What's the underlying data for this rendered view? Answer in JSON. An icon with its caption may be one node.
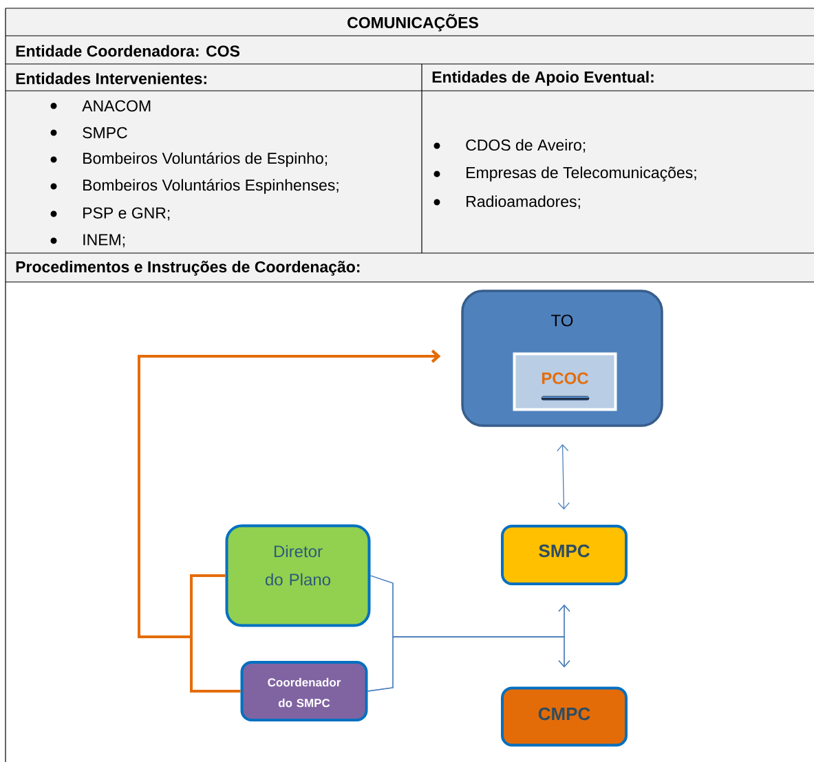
{
  "diagram": {
    "title": "COMUNICAÇÕES",
    "nodes": [
      {
        "text": [
          "TO"
        ]
      },
      {
        "text": [
          "PCOC"
        ],
        "in": 0
      },
      {
        "text": [
          "Diretor do Plano"
        ]
      },
      {
        "text": [
          "Coordenador do SMPC"
        ]
      },
      {
        "text": [
          "SMPC"
        ]
      },
      {
        "text": [
          "CMPC"
        ]
      }
    ],
    "edges": [
      {
        "from": 2,
        "to": 0,
        "arrow": "to",
        "style": "thick",
        "color": "#e46c0a"
      },
      {
        "from": 3,
        "to": 0,
        "arrow": "to",
        "style": "thick",
        "color": "#e46c0a"
      },
      {
        "from": 0,
        "to": 4,
        "arrow": "both"
      },
      {
        "from": 2,
        "to": 4,
        "arrow": "to"
      },
      {
        "from": 2,
        "to": 5,
        "arrow": "to"
      },
      {
        "from": 3,
        "to": 4,
        "arrow": "to"
      },
      {
        "from": 3,
        "to": 5,
        "arrow": "to"
      }
    ],
    "labels": [
      "Entidade Coordenadora: COS",
      "Entidades Intervenientes:",
      "Entidades de Apoio Eventual:",
      "ANACOM",
      "SMPC",
      "Bombeiros Voluntários de Espinho;",
      "Bombeiros Voluntários Espinhenses;",
      "PSP e GNR;",
      "INEM;",
      "CDOS de Aveiro;",
      "Empresas de Telecomunicações;",
      "Radioamadores;",
      "Procedimentos e Instruções de Coordenação:"
    ]
  }
}
